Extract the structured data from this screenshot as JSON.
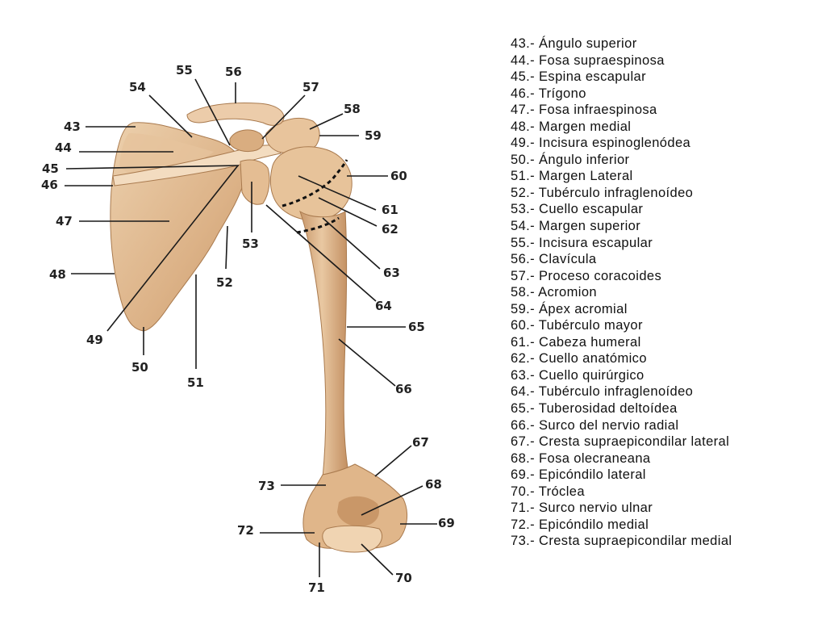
{
  "legend": [
    {
      "num": "43",
      "text": "43.- Ángulo superior"
    },
    {
      "num": "44",
      "text": "44.- Fosa supraespinosa"
    },
    {
      "num": "45",
      "text": "45.- Espina escapular"
    },
    {
      "num": "46",
      "text": "46.- Trígono"
    },
    {
      "num": "47",
      "text": "47.- Fosa infraespinosa"
    },
    {
      "num": "48",
      "text": "48.- Margen medial"
    },
    {
      "num": "49",
      "text": "49.- Incisura espinoglenódea"
    },
    {
      "num": "50",
      "text": "50.- Ángulo inferior"
    },
    {
      "num": "51",
      "text": "51.- Margen Lateral"
    },
    {
      "num": "52",
      "text": "52.- Tubérculo infraglenoídeo"
    },
    {
      "num": "53",
      "text": "53.- Cuello escapular"
    },
    {
      "num": "54",
      "text": "54.- Margen superior"
    },
    {
      "num": "55",
      "text": "55.- Incisura escapular"
    },
    {
      "num": "56",
      "text": "56.- Clavícula"
    },
    {
      "num": "57",
      "text": "57.- Proceso coracoides"
    },
    {
      "num": "58",
      "text": "58.- Acromion"
    },
    {
      "num": "59",
      "text": "59.- Ápex acromial"
    },
    {
      "num": "60",
      "text": "60.- Tubérculo mayor"
    },
    {
      "num": "61",
      "text": "61.- Cabeza humeral"
    },
    {
      "num": "62",
      "text": "62.- Cuello anatómico"
    },
    {
      "num": "63",
      "text": "63.- Cuello quirúrgico"
    },
    {
      "num": "64",
      "text": "64.- Tubérculo infraglenoídeo"
    },
    {
      "num": "65",
      "text": "65.- Tuberosidad deltoídea"
    },
    {
      "num": "66",
      "text": "66.- Surco del nervio radial"
    },
    {
      "num": "67",
      "text": "67.- Cresta supraepicondilar lateral"
    },
    {
      "num": "68",
      "text": "68.- Fosa olecraneana"
    },
    {
      "num": "69",
      "text": "69.- Epicóndilo lateral"
    },
    {
      "num": "70",
      "text": "70.- Tróclea"
    },
    {
      "num": "71",
      "text": "71.- Surco nervio ulnar"
    },
    {
      "num": "72",
      "text": "72.- Epicóndilo medial"
    },
    {
      "num": "73",
      "text": "73.- Cresta supraepicondilar medial"
    }
  ],
  "colors": {
    "bone": "#ddb48a",
    "bone_light": "#f0d5b2",
    "bone_shadow": "#b8865a",
    "leader_line": "#1a1a1a"
  }
}
